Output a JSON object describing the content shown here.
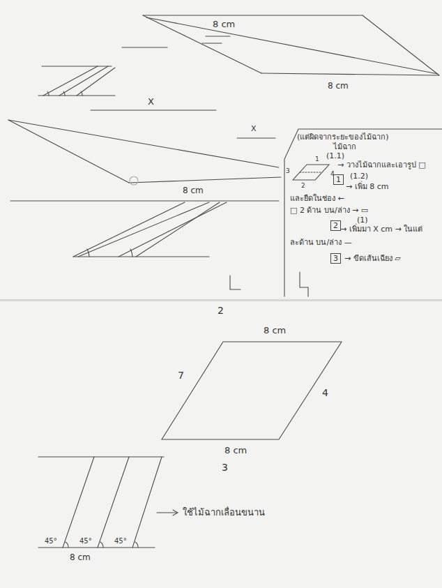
{
  "diagram": {
    "nodes": [
      {
        "text": [
          "(แต่ผิดจากระยะของไม้ฉาก)",
          "ไม้ฉาก",
          "(1.1)",
          "→ วางไม้ฉากและเอารูป □",
          "1",
          "(1.2)",
          "→ เพิ่ม 8 cm",
          "และยืดในช่อง ←",
          "□ 2 ด้าน บน/ล่าง → ▭",
          "2",
          "(1)",
          "→ เพิ่มมา X cm → ในแต่",
          "ละด้าน บน/ล่าง —",
          "3",
          "→ ขีดเส้นเฉียง ▱"
        ]
      }
    ],
    "labels": [
      "8 cm",
      "8 cm",
      "X",
      "X",
      "8 cm",
      "1",
      "2",
      "3",
      "4",
      "2",
      "8 cm",
      "7",
      "4",
      "8 cm",
      "3",
      "45°",
      "45°",
      "45°",
      "8 cm",
      "ใช้ไม้ฉากเลื่อนขนาน"
    ]
  }
}
